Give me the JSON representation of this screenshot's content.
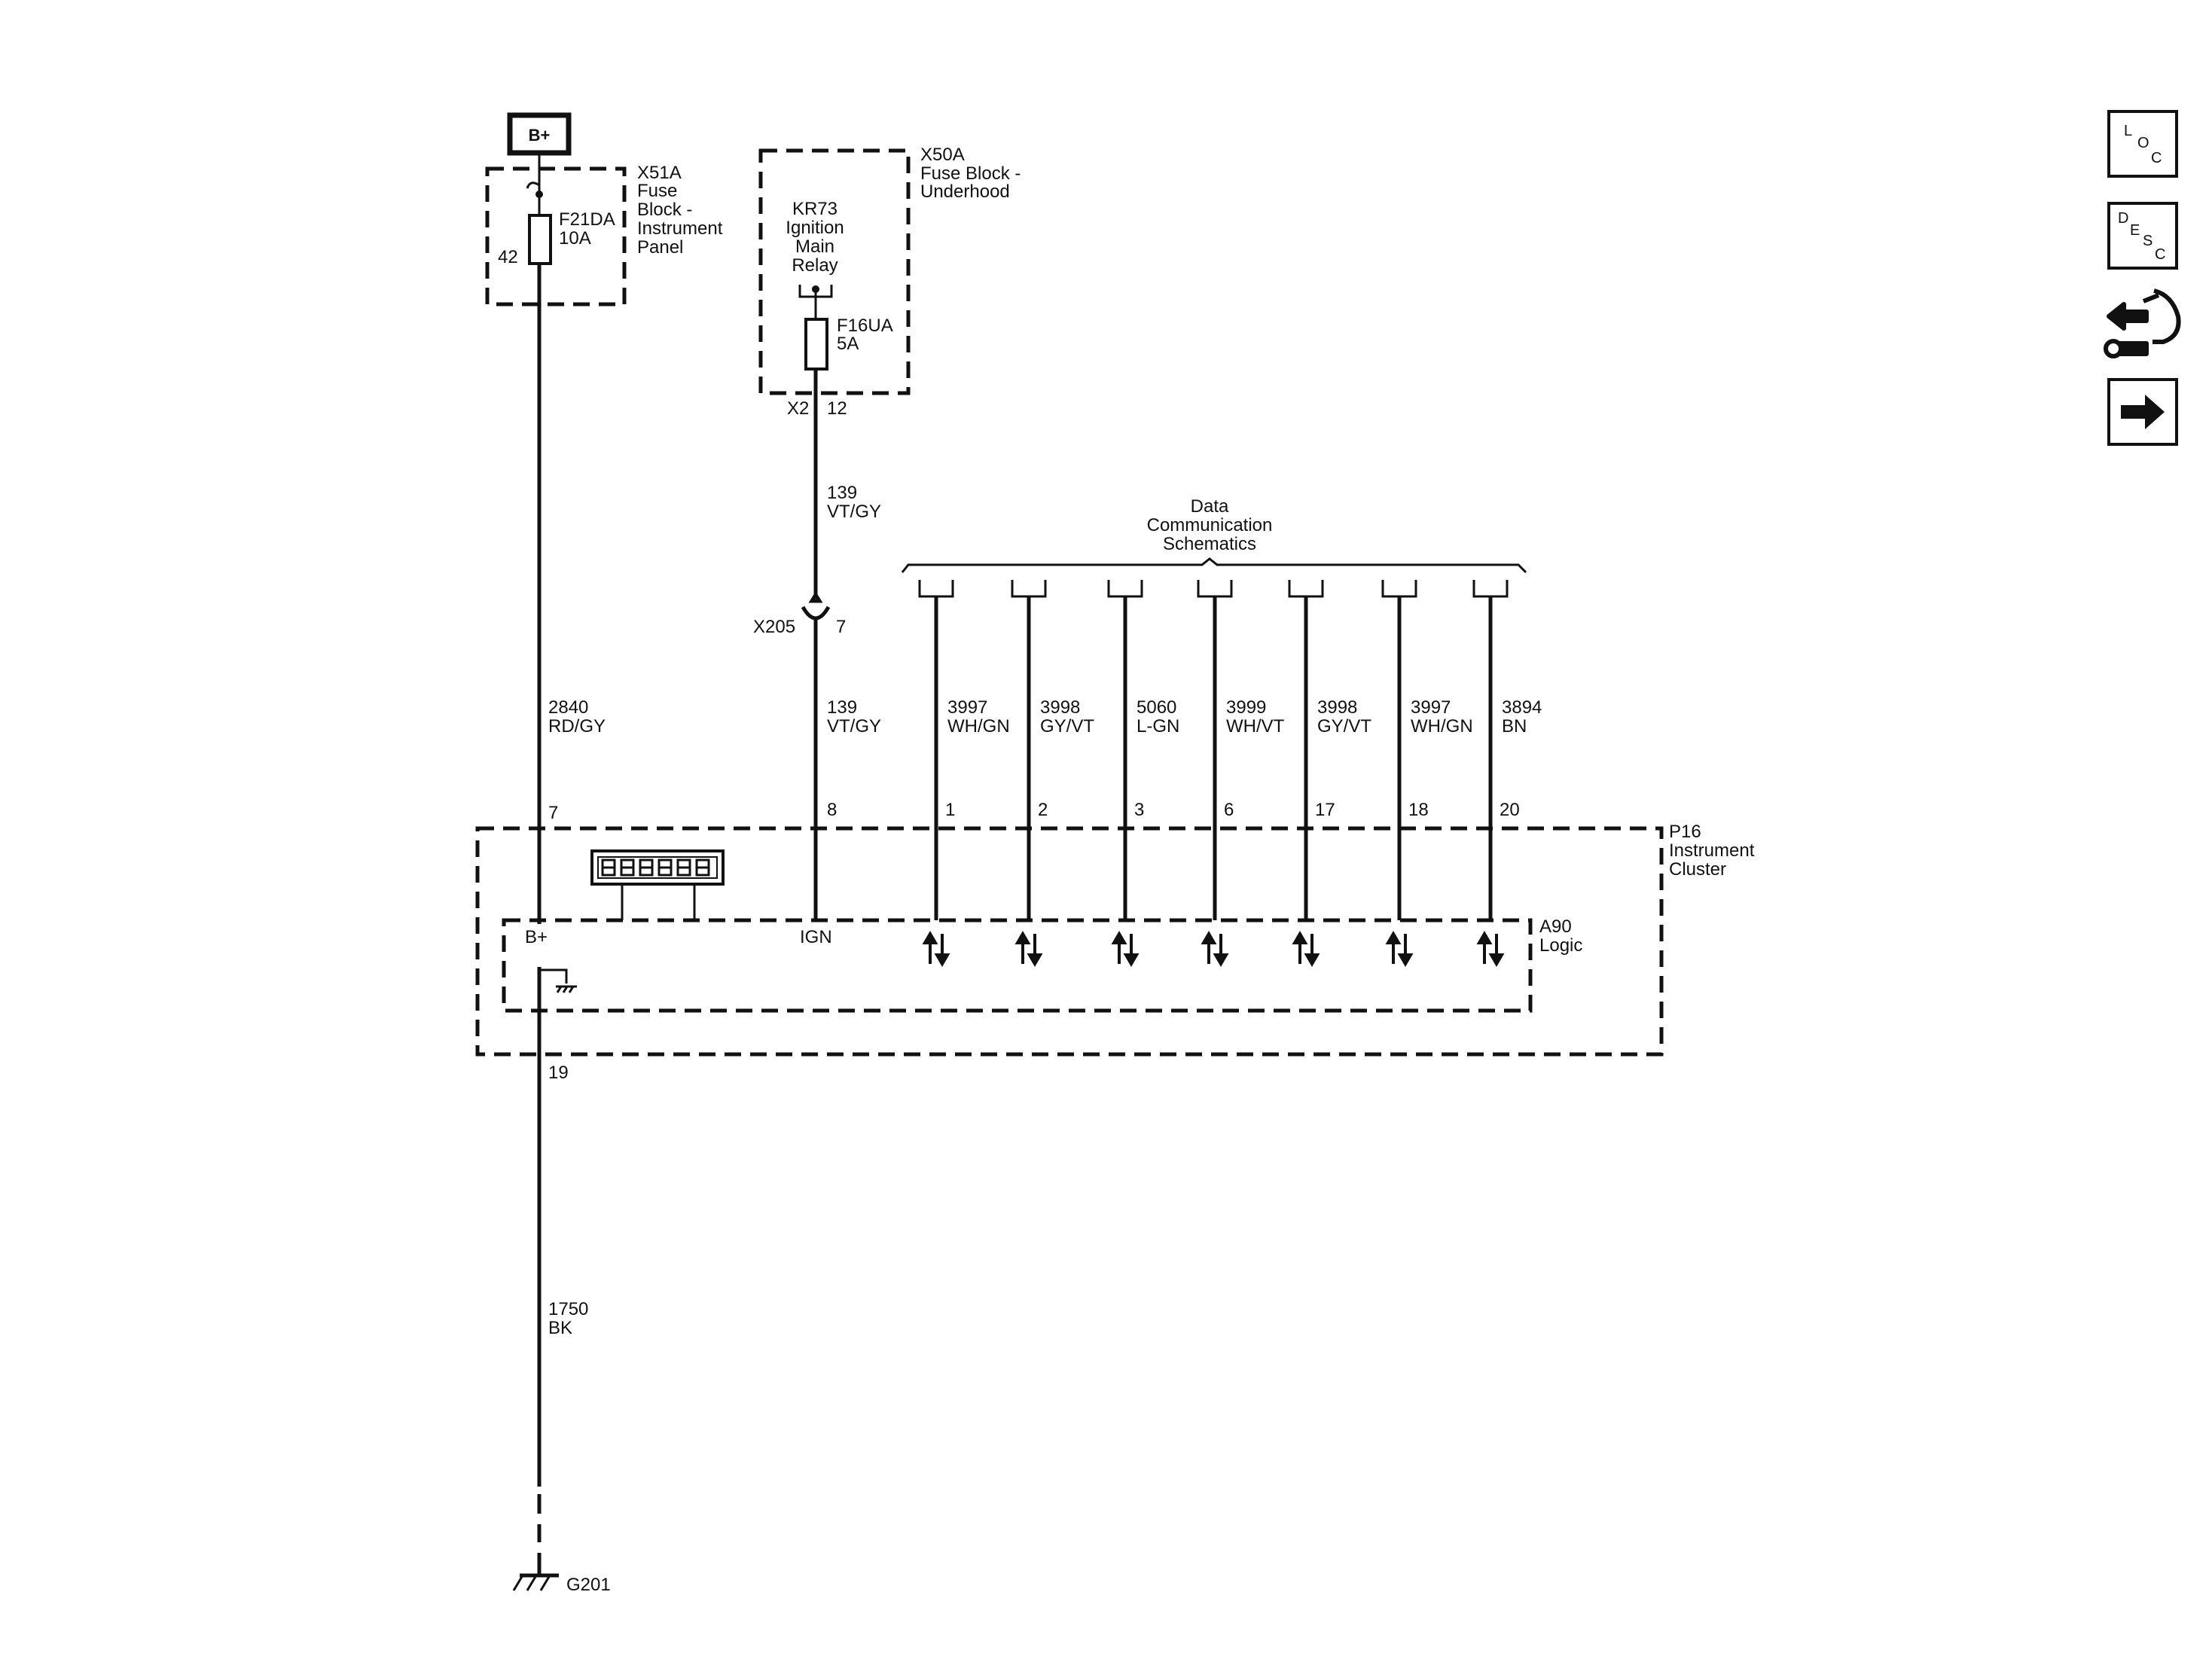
{
  "power": {
    "bplus_label": "B+"
  },
  "x51a": {
    "id": "X51A",
    "name_lines": [
      "Fuse",
      "Block -",
      "Instrument",
      "Panel"
    ],
    "fuse_id": "F21DA",
    "fuse_rating": "10A",
    "pin": "42"
  },
  "x50a": {
    "id": "X50A",
    "name_lines": [
      "Fuse Block -",
      "Underhood"
    ],
    "relay_lines": [
      "KR73",
      "Ignition",
      "Main",
      "Relay"
    ],
    "fuse_id": "F16UA",
    "fuse_rating": "5A",
    "connector": "X2",
    "pin": "12"
  },
  "wire_139_upper": {
    "circuit": "139",
    "color": "VT/GY"
  },
  "x205": {
    "id": "X205",
    "pin": "7"
  },
  "wire_139_lower": {
    "circuit": "139",
    "color": "VT/GY"
  },
  "wire_2840": {
    "circuit": "2840",
    "color": "RD/GY"
  },
  "data_comm": {
    "lines": [
      "Data",
      "Communication",
      "Schematics"
    ]
  },
  "data_wires": [
    {
      "circuit": "3997",
      "color": "WH/GN",
      "pin": "1"
    },
    {
      "circuit": "3998",
      "color": "GY/VT",
      "pin": "2"
    },
    {
      "circuit": "5060",
      "color": "L-GN",
      "pin": "3"
    },
    {
      "circuit": "3999",
      "color": "WH/VT",
      "pin": "6"
    },
    {
      "circuit": "3998",
      "color": "GY/VT",
      "pin": "17"
    },
    {
      "circuit": "3997",
      "color": "WH/GN",
      "pin": "18"
    },
    {
      "circuit": "3894",
      "color": "BN",
      "pin": "20"
    }
  ],
  "p16": {
    "pin_bplus": "7",
    "pin_ign": "8",
    "pin_ground": "19",
    "name_lines": [
      "P16",
      "Instrument",
      "Cluster"
    ],
    "logic_lines": [
      "A90",
      "Logic"
    ],
    "bplus_label": "B+",
    "ign_label": "IGN"
  },
  "wire_1750": {
    "circuit": "1750",
    "color": "BK"
  },
  "ground": {
    "id": "G201"
  },
  "nav": {
    "loc_letters": [
      "L",
      "O",
      "C"
    ],
    "desc_letters": [
      "D",
      "E",
      "S",
      "C"
    ],
    "connector_icon": "connector-repair-icon",
    "next_icon": "arrow-right-icon"
  }
}
